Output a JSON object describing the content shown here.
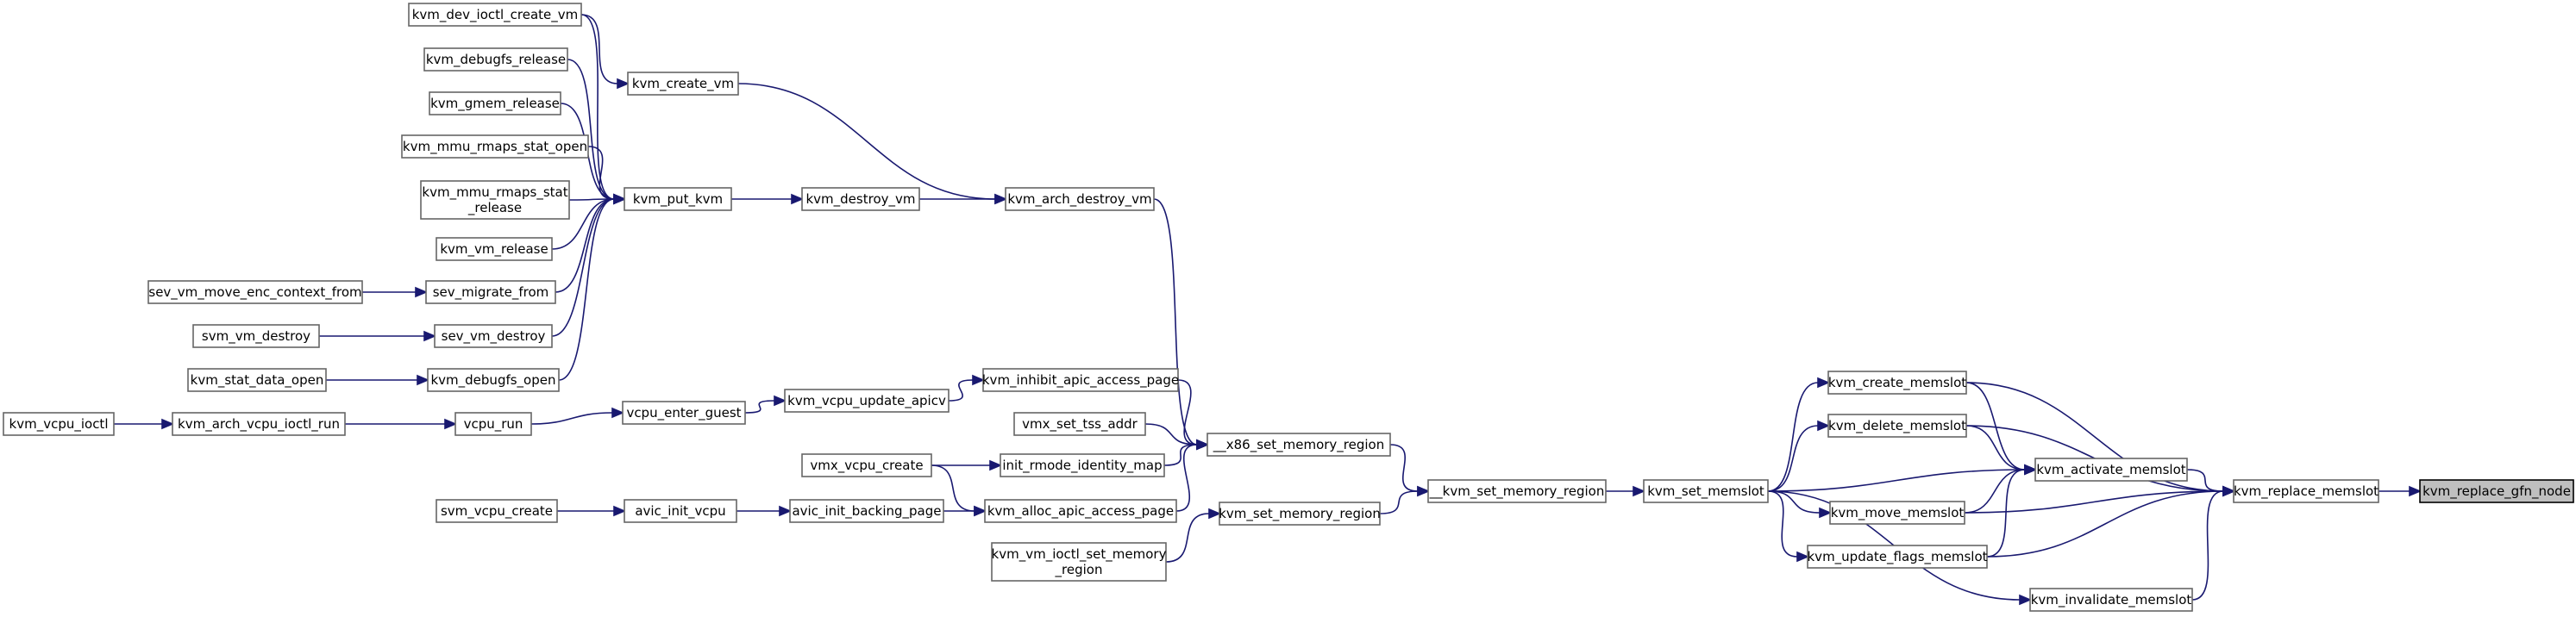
{
  "graph": {
    "colors": {
      "edge": "#191970",
      "node_border": "#666666",
      "highlight_fill": "#bfbfbf"
    },
    "nodes": {
      "kvm_dev_ioctl_create_vm": [
        "kvm_dev_ioctl_create_vm"
      ],
      "kvm_debugfs_release": [
        "kvm_debugfs_release"
      ],
      "kvm_gmem_release": [
        "kvm_gmem_release"
      ],
      "kvm_mmu_rmaps_stat_open": [
        "kvm_mmu_rmaps_stat_open"
      ],
      "kvm_mmu_rmaps_stat_release": [
        "kvm_mmu_rmaps_stat",
        "_release"
      ],
      "kvm_vm_release": [
        "kvm_vm_release"
      ],
      "sev_vm_move_enc_context_from": [
        "sev_vm_move_enc_context_from"
      ],
      "svm_vm_destroy": [
        "svm_vm_destroy"
      ],
      "kvm_stat_data_open": [
        "kvm_stat_data_open"
      ],
      "kvm_vcpu_ioctl": [
        "kvm_vcpu_ioctl"
      ],
      "kvm_arch_vcpu_ioctl_run": [
        "kvm_arch_vcpu_ioctl_run"
      ],
      "svm_vcpu_create": [
        "svm_vcpu_create"
      ],
      "kvm_create_vm": [
        "kvm_create_vm"
      ],
      "kvm_put_kvm": [
        "kvm_put_kvm"
      ],
      "sev_migrate_from": [
        "sev_migrate_from"
      ],
      "sev_vm_destroy": [
        "sev_vm_destroy"
      ],
      "kvm_debugfs_open": [
        "kvm_debugfs_open"
      ],
      "vcpu_run": [
        "vcpu_run"
      ],
      "avic_init_vcpu": [
        "avic_init_vcpu"
      ],
      "vcpu_enter_guest": [
        "vcpu_enter_guest"
      ],
      "kvm_destroy_vm": [
        "kvm_destroy_vm"
      ],
      "kvm_vcpu_update_apicv": [
        "kvm_vcpu_update_apicv"
      ],
      "vmx_vcpu_create": [
        "vmx_vcpu_create"
      ],
      "avic_init_backing_page": [
        "avic_init_backing_page"
      ],
      "kvm_arch_destroy_vm": [
        "kvm_arch_destroy_vm"
      ],
      "kvm_inhibit_apic_access_page": [
        "kvm_inhibit_apic_access_page"
      ],
      "vmx_set_tss_addr": [
        "vmx_set_tss_addr"
      ],
      "init_rmode_identity_map": [
        "init_rmode_identity_map"
      ],
      "kvm_alloc_apic_access_page": [
        "kvm_alloc_apic_access_page"
      ],
      "kvm_set_memory_region": [
        "kvm_set_memory_region"
      ],
      "kvm_vm_ioctl_set_memory_region": [
        "kvm_vm_ioctl_set_memory",
        "_region"
      ],
      "x86_set_memory_region": [
        "__x86_set_memory_region"
      ],
      "kvm_set_memory_region_inner": [
        "__kvm_set_memory_region"
      ],
      "kvm_set_memslot": [
        "kvm_set_memslot"
      ],
      "kvm_create_memslot": [
        "kvm_create_memslot"
      ],
      "kvm_delete_memslot": [
        "kvm_delete_memslot"
      ],
      "kvm_move_memslot": [
        "kvm_move_memslot"
      ],
      "kvm_update_flags_memslot": [
        "kvm_update_flags_memslot"
      ],
      "kvm_invalidate_memslot": [
        "kvm_invalidate_memslot"
      ],
      "kvm_activate_memslot": [
        "kvm_activate_memslot"
      ],
      "kvm_replace_memslot": [
        "kvm_replace_memslot"
      ],
      "kvm_replace_gfn_node": [
        "kvm_replace_gfn_node"
      ]
    },
    "edges": [
      [
        "kvm_vcpu_ioctl",
        "kvm_arch_vcpu_ioctl_run"
      ],
      [
        "kvm_dev_ioctl_create_vm",
        "kvm_create_vm"
      ],
      [
        "kvm_dev_ioctl_create_vm",
        "kvm_put_kvm"
      ],
      [
        "kvm_debugfs_release",
        "kvm_put_kvm"
      ],
      [
        "kvm_gmem_release",
        "kvm_put_kvm"
      ],
      [
        "kvm_mmu_rmaps_stat_open",
        "kvm_put_kvm"
      ],
      [
        "kvm_mmu_rmaps_stat_release",
        "kvm_put_kvm"
      ],
      [
        "kvm_vm_release",
        "kvm_put_kvm"
      ],
      [
        "sev_vm_move_enc_context_from",
        "sev_migrate_from"
      ],
      [
        "sev_migrate_from",
        "kvm_put_kvm"
      ],
      [
        "svm_vm_destroy",
        "sev_vm_destroy"
      ],
      [
        "sev_vm_destroy",
        "kvm_put_kvm"
      ],
      [
        "kvm_stat_data_open",
        "kvm_debugfs_open"
      ],
      [
        "kvm_debugfs_open",
        "kvm_put_kvm"
      ],
      [
        "kvm_put_kvm",
        "kvm_destroy_vm"
      ],
      [
        "kvm_create_vm",
        "kvm_arch_destroy_vm"
      ],
      [
        "kvm_destroy_vm",
        "kvm_arch_destroy_vm"
      ],
      [
        "kvm_arch_vcpu_ioctl_run",
        "vcpu_run"
      ],
      [
        "vcpu_run",
        "vcpu_enter_guest"
      ],
      [
        "vcpu_enter_guest",
        "kvm_vcpu_update_apicv"
      ],
      [
        "kvm_vcpu_update_apicv",
        "kvm_inhibit_apic_access_page"
      ],
      [
        "svm_vcpu_create",
        "avic_init_vcpu"
      ],
      [
        "avic_init_vcpu",
        "avic_init_backing_page"
      ],
      [
        "avic_init_backing_page",
        "kvm_alloc_apic_access_page"
      ],
      [
        "vmx_vcpu_create",
        "init_rmode_identity_map"
      ],
      [
        "vmx_vcpu_create",
        "kvm_alloc_apic_access_page"
      ],
      [
        "kvm_arch_destroy_vm",
        "x86_set_memory_region"
      ],
      [
        "kvm_inhibit_apic_access_page",
        "x86_set_memory_region"
      ],
      [
        "vmx_set_tss_addr",
        "x86_set_memory_region"
      ],
      [
        "init_rmode_identity_map",
        "x86_set_memory_region"
      ],
      [
        "kvm_alloc_apic_access_page",
        "x86_set_memory_region"
      ],
      [
        "kvm_vm_ioctl_set_memory_region",
        "kvm_set_memory_region"
      ],
      [
        "kvm_set_memory_region",
        "kvm_set_memory_region_inner"
      ],
      [
        "x86_set_memory_region",
        "kvm_set_memory_region_inner"
      ],
      [
        "kvm_set_memory_region_inner",
        "kvm_set_memslot"
      ],
      [
        "kvm_set_memslot",
        "kvm_create_memslot"
      ],
      [
        "kvm_set_memslot",
        "kvm_delete_memslot"
      ],
      [
        "kvm_set_memslot",
        "kvm_activate_memslot"
      ],
      [
        "kvm_set_memslot",
        "kvm_move_memslot"
      ],
      [
        "kvm_set_memslot",
        "kvm_update_flags_memslot"
      ],
      [
        "kvm_set_memslot",
        "kvm_invalidate_memslot"
      ],
      [
        "kvm_create_memslot",
        "kvm_activate_memslot"
      ],
      [
        "kvm_delete_memslot",
        "kvm_activate_memslot"
      ],
      [
        "kvm_move_memslot",
        "kvm_activate_memslot"
      ],
      [
        "kvm_update_flags_memslot",
        "kvm_activate_memslot"
      ],
      [
        "kvm_create_memslot",
        "kvm_replace_memslot"
      ],
      [
        "kvm_delete_memslot",
        "kvm_replace_memslot"
      ],
      [
        "kvm_activate_memslot",
        "kvm_replace_memslot"
      ],
      [
        "kvm_move_memslot",
        "kvm_replace_memslot"
      ],
      [
        "kvm_update_flags_memslot",
        "kvm_replace_memslot"
      ],
      [
        "kvm_invalidate_memslot",
        "kvm_replace_memslot"
      ],
      [
        "kvm_replace_memslot",
        "kvm_replace_gfn_node"
      ]
    ]
  }
}
